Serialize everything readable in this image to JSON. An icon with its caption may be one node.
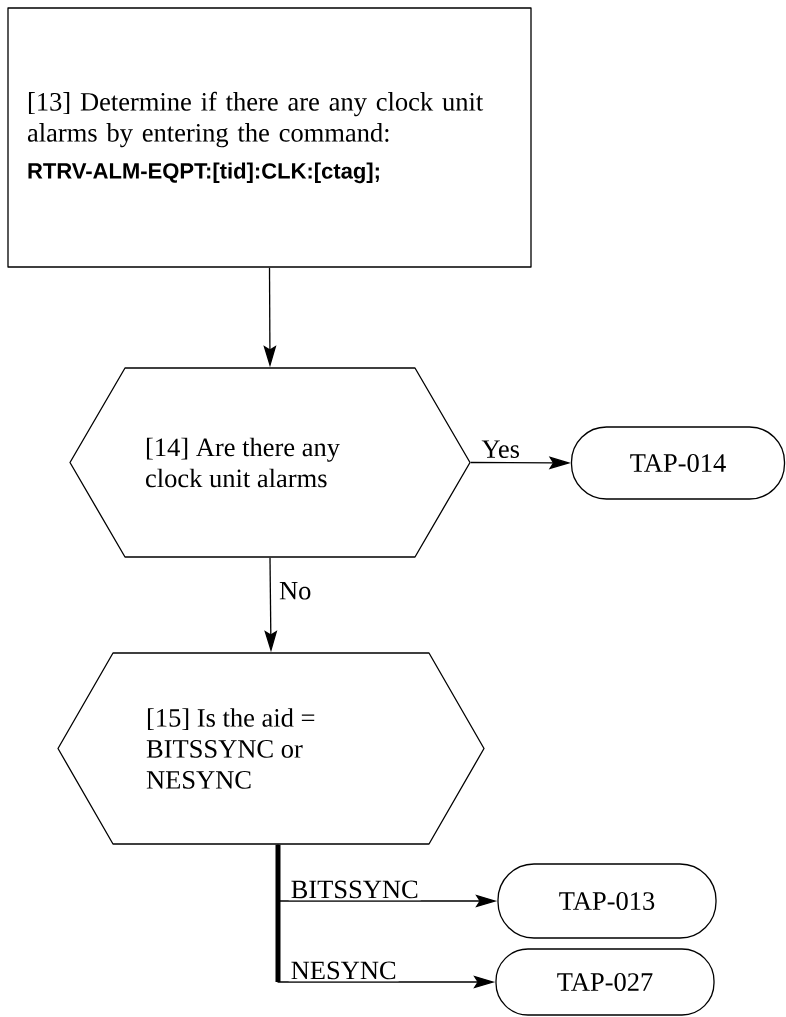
{
  "diagram": {
    "nodes": [
      {
        "text": [
          "[13] Determine if there are any clock unit alarms by entering the command:",
          "RTRV-ALM-EQPT:[tid]:CLK:[ctag];"
        ]
      },
      {
        "text": [
          "[14] Are there any clock unit alarms"
        ]
      },
      {
        "text": [
          "TAP-014"
        ]
      },
      {
        "text": [
          "[15] Is the aid = BITSSYNC or NESYNC"
        ]
      },
      {
        "text": [
          "TAP-013"
        ]
      },
      {
        "text": [
          "TAP-027"
        ]
      }
    ],
    "edges": [
      {
        "from": 0,
        "to": 1,
        "arrow": "to"
      },
      {
        "from": 1,
        "to": 2,
        "arrow": "to",
        "label": "Yes"
      },
      {
        "from": 1,
        "to": 3,
        "arrow": "to",
        "label": "No"
      },
      {
        "from": 3,
        "to": 4,
        "arrow": "to",
        "label": "BITSSYNC"
      },
      {
        "from": 3,
        "to": 5,
        "arrow": "to",
        "label": "NESYNC"
      }
    ]
  }
}
